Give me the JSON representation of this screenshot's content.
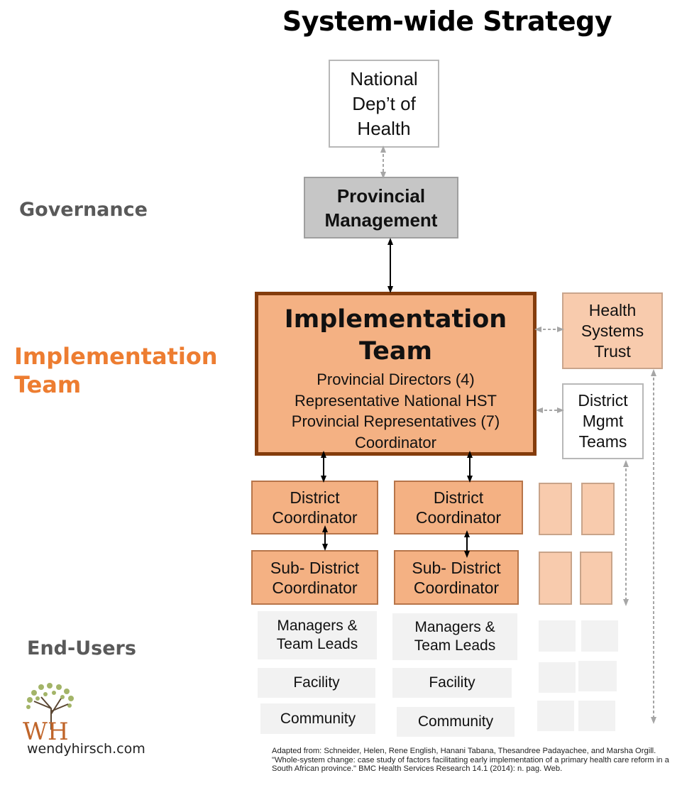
{
  "title": "System-wide Strategy",
  "side_labels": {
    "governance": "Governance",
    "implementation_team": [
      "Implementation",
      "Team"
    ],
    "end_users": "End-Users"
  },
  "boxes": {
    "national": [
      "National",
      "Dep’t of",
      "Health"
    ],
    "provincial": [
      "Provincial",
      "Management"
    ],
    "impl_title": [
      "Implementation",
      "Team"
    ],
    "impl_members": [
      "Provincial Directors (4)",
      "Representative National HST",
      "Provincial Representatives (7)",
      "Coordinator"
    ],
    "hst": [
      "Health",
      "Systems",
      "Trust"
    ],
    "dmt": [
      "District",
      "Mgmt",
      "Teams"
    ],
    "district_coord": [
      "District",
      "Coordinator"
    ],
    "subdistrict_coord": [
      "Sub- District",
      "Coordinator"
    ],
    "managers": [
      "Managers &",
      "Team Leads"
    ],
    "facility": "Facility",
    "community": "Community"
  },
  "logo": {
    "initials": "WH",
    "website": "wendyhirsch.com"
  },
  "citation": "Adapted from: Schneider, Helen, Rene English, Hanani Tabana, Thesandree Padayachee, and Marsha Orgill. \"Whole-system change: case study of factors facilitating early implementation of a primary health care reform in a South African province.\" BMC Health Services Research 14.1 (2014): n. pag. Web.",
  "colors": {
    "orange_text": "#ed7d31",
    "grey_text": "#595959",
    "impl_fill": "#f4b183",
    "impl_border": "#843c0c",
    "light_fill": "#f8cbad",
    "pale_fill": "#f2f2f2",
    "grey_fill": "#c6c6c6"
  }
}
